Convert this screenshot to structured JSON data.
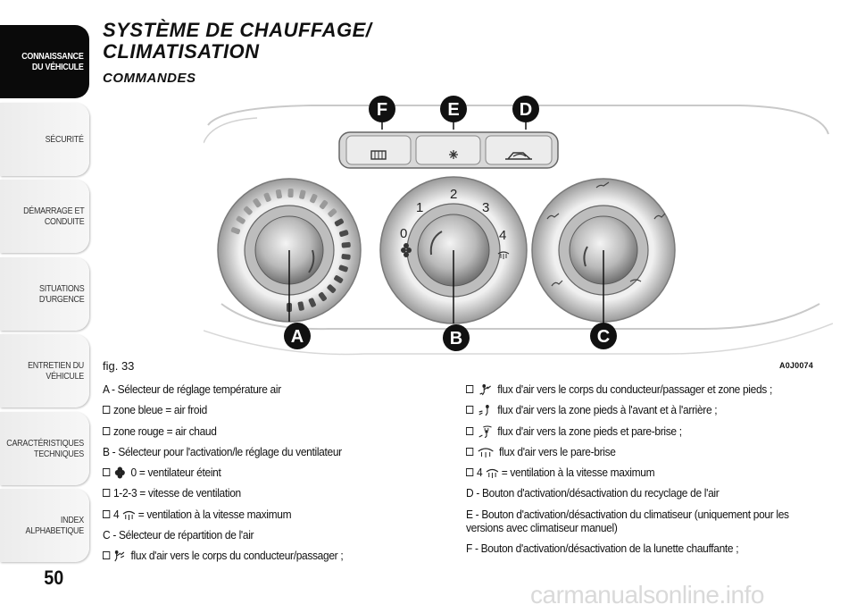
{
  "sidebar": {
    "tabs": [
      {
        "label": "CONNAISSANCE\nDU VÉHICULE",
        "active": true
      },
      {
        "label": "SÉCURITÉ",
        "active": false
      },
      {
        "label": "DÉMARRAGE ET\nCONDUITE",
        "active": false
      },
      {
        "label": "SITUATIONS\nD'URGENCE",
        "active": false
      },
      {
        "label": "ENTRETIEN DU\nVÉHICULE",
        "active": false
      },
      {
        "label": "CARACTÉRISTIQUES\nTECHNIQUES",
        "active": false
      },
      {
        "label": "INDEX\nALPHABETIQUE",
        "active": false
      }
    ],
    "page_number": "50"
  },
  "heading": {
    "title": "SYSTÈME DE CHAUFFAGE/\nCLIMATISATION",
    "subtitle": "COMMANDES"
  },
  "figure": {
    "labels": {
      "A": "A",
      "B": "B",
      "C": "C",
      "D": "D",
      "E": "E",
      "F": "F"
    },
    "fan_numbers": {
      "n0": "0",
      "n1": "1",
      "n2": "2",
      "n3": "3",
      "n4": "4"
    },
    "caption": "fig. 33",
    "code": "A0J0074"
  },
  "left_column": {
    "a_title": "A - Sélecteur de réglage température air",
    "a1": "zone bleue = air froid",
    "a2": "zone rouge = air chaud",
    "b_title": "B - Sélecteur pour l'activation/le réglage du ventilateur",
    "b1": "0 = ventilateur éteint",
    "b2": "1-2-3 = vitesse de ventilation",
    "b3_num": "4",
    "b3": "= ventilation à la vitesse maximum",
    "c_title": "C - Sélecteur de répartition de l'air",
    "c1": "flux d'air vers le corps du conducteur/passager ;"
  },
  "right_column": {
    "c2": "flux d'air vers le corps du conducteur/passager et zone pieds ;",
    "c3": "flux d'air vers la zone pieds à l'avant et à l'arrière ;",
    "c4": "flux d'air vers la zone pieds et pare-brise ;",
    "c5": "flux d'air vers le pare-brise",
    "c6_num": "4",
    "c6": "= ventilation à la vitesse maximum",
    "d": "D - Bouton d'activation/désactivation du recyclage de l'air",
    "e": "E - Bouton d'activation/désactivation du climatiseur (uniquement pour les versions avec climatiseur manuel)",
    "f": "F - Bouton d'activation/désactivation de la lunette chauffante ;"
  },
  "footer": {
    "watermark": "carmanualsonline.info"
  }
}
